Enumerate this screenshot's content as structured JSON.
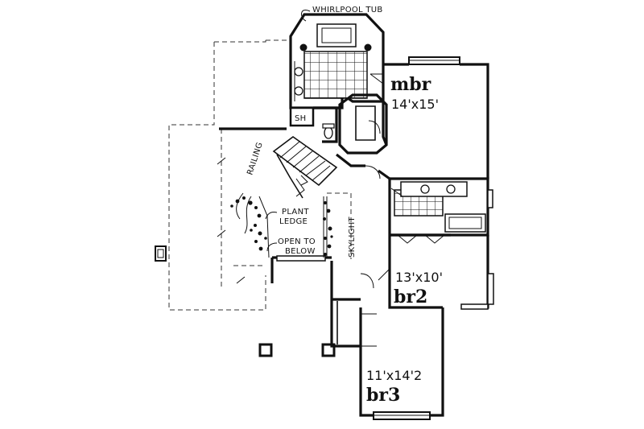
{
  "labels": {
    "whirlpool_tub": "WHIRLPOOL TUB",
    "shower": "SH",
    "railing": "RAILING",
    "plant_ledge_1": "PLANT",
    "plant_ledge_2": "LEDGE",
    "open_to_below_1": "OPEN TO",
    "open_to_below_2": "BELOW",
    "skylight": "SKYLIGHT"
  },
  "rooms": {
    "master": {
      "name": "mbr",
      "dims": "14'x15'"
    },
    "bedroom2": {
      "name": "br2",
      "dims": "13'x10'"
    },
    "bedroom3": {
      "name": "br3",
      "dims": "11'x14'2"
    }
  }
}
